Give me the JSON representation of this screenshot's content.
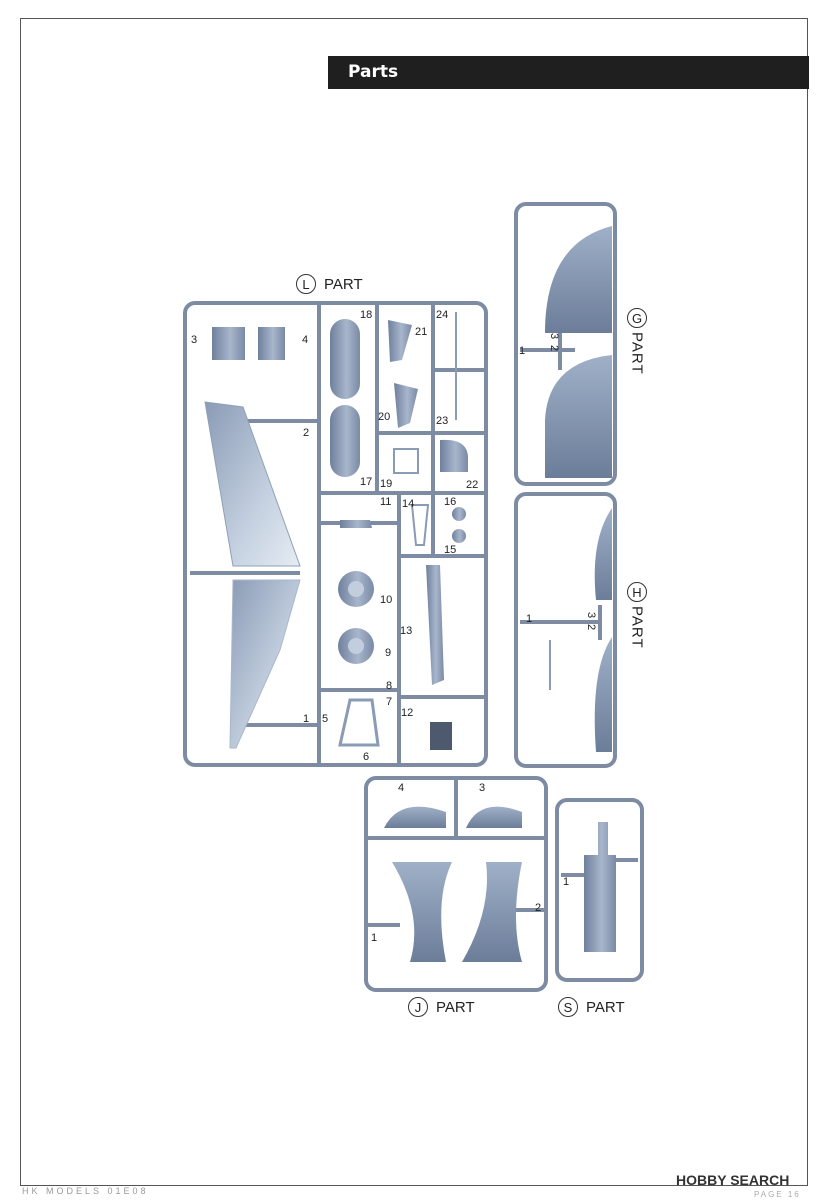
{
  "header": {
    "title": "Parts"
  },
  "sprues": {
    "L": {
      "letter": "L",
      "word": "PART"
    },
    "G": {
      "letter": "G",
      "word": "PART"
    },
    "H": {
      "letter": "H",
      "word": "PART"
    },
    "J": {
      "letter": "J",
      "word": "PART"
    },
    "S": {
      "letter": "S",
      "word": "PART"
    }
  },
  "part_numbers": {
    "L": [
      "1",
      "2",
      "3",
      "4",
      "5",
      "6",
      "7",
      "8",
      "9",
      "10",
      "11",
      "12",
      "13",
      "14",
      "15",
      "16",
      "17",
      "18",
      "19",
      "20",
      "21",
      "22",
      "23",
      "24"
    ],
    "G": [
      "1",
      "2",
      "3"
    ],
    "H": [
      "1",
      "2",
      "3"
    ],
    "J": [
      "1",
      "2",
      "3",
      "4"
    ],
    "S": [
      "1"
    ]
  },
  "footer": {
    "brand": "HOBBY SEARCH",
    "left_text": "HK MODELS 01E08",
    "page_text": "PAGE 16"
  },
  "colors": {
    "plastic": "#8f9fb8",
    "plastic_light": "#b7c4d7",
    "runner": "#7d8ba3",
    "header_bg": "#1f1f1f"
  }
}
